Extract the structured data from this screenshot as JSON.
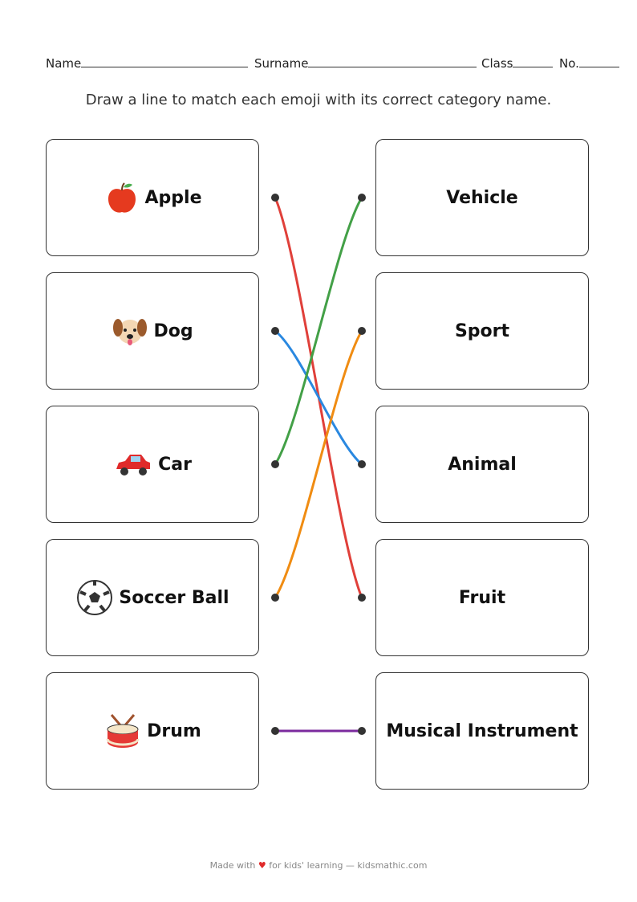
{
  "header": {
    "name_label": "Name",
    "surname_label": "Surname",
    "class_label": "Class",
    "no_label": "No."
  },
  "instruction": "Draw a line to match each emoji with its correct category name.",
  "left_items": [
    {
      "label": "Apple",
      "icon": "apple-icon"
    },
    {
      "label": "Dog",
      "icon": "dog-icon"
    },
    {
      "label": "Car",
      "icon": "car-icon"
    },
    {
      "label": "Soccer Ball",
      "icon": "soccer-ball-icon"
    },
    {
      "label": "Drum",
      "icon": "drum-icon"
    }
  ],
  "right_items": [
    {
      "label": "Vehicle"
    },
    {
      "label": "Sport"
    },
    {
      "label": "Animal"
    },
    {
      "label": "Fruit"
    },
    {
      "label": "Musical Instrument"
    }
  ],
  "matches": [
    {
      "from": 0,
      "to": 3,
      "color": "#e0403a"
    },
    {
      "from": 1,
      "to": 2,
      "color": "#2a88e0"
    },
    {
      "from": 2,
      "to": 0,
      "color": "#43a047"
    },
    {
      "from": 3,
      "to": 1,
      "color": "#f08c12"
    },
    {
      "from": 4,
      "to": 4,
      "color": "#7b2a9e"
    }
  ],
  "footer": {
    "prefix": "Made with",
    "suffix": "for kids' learning — kidsmathic.com"
  }
}
